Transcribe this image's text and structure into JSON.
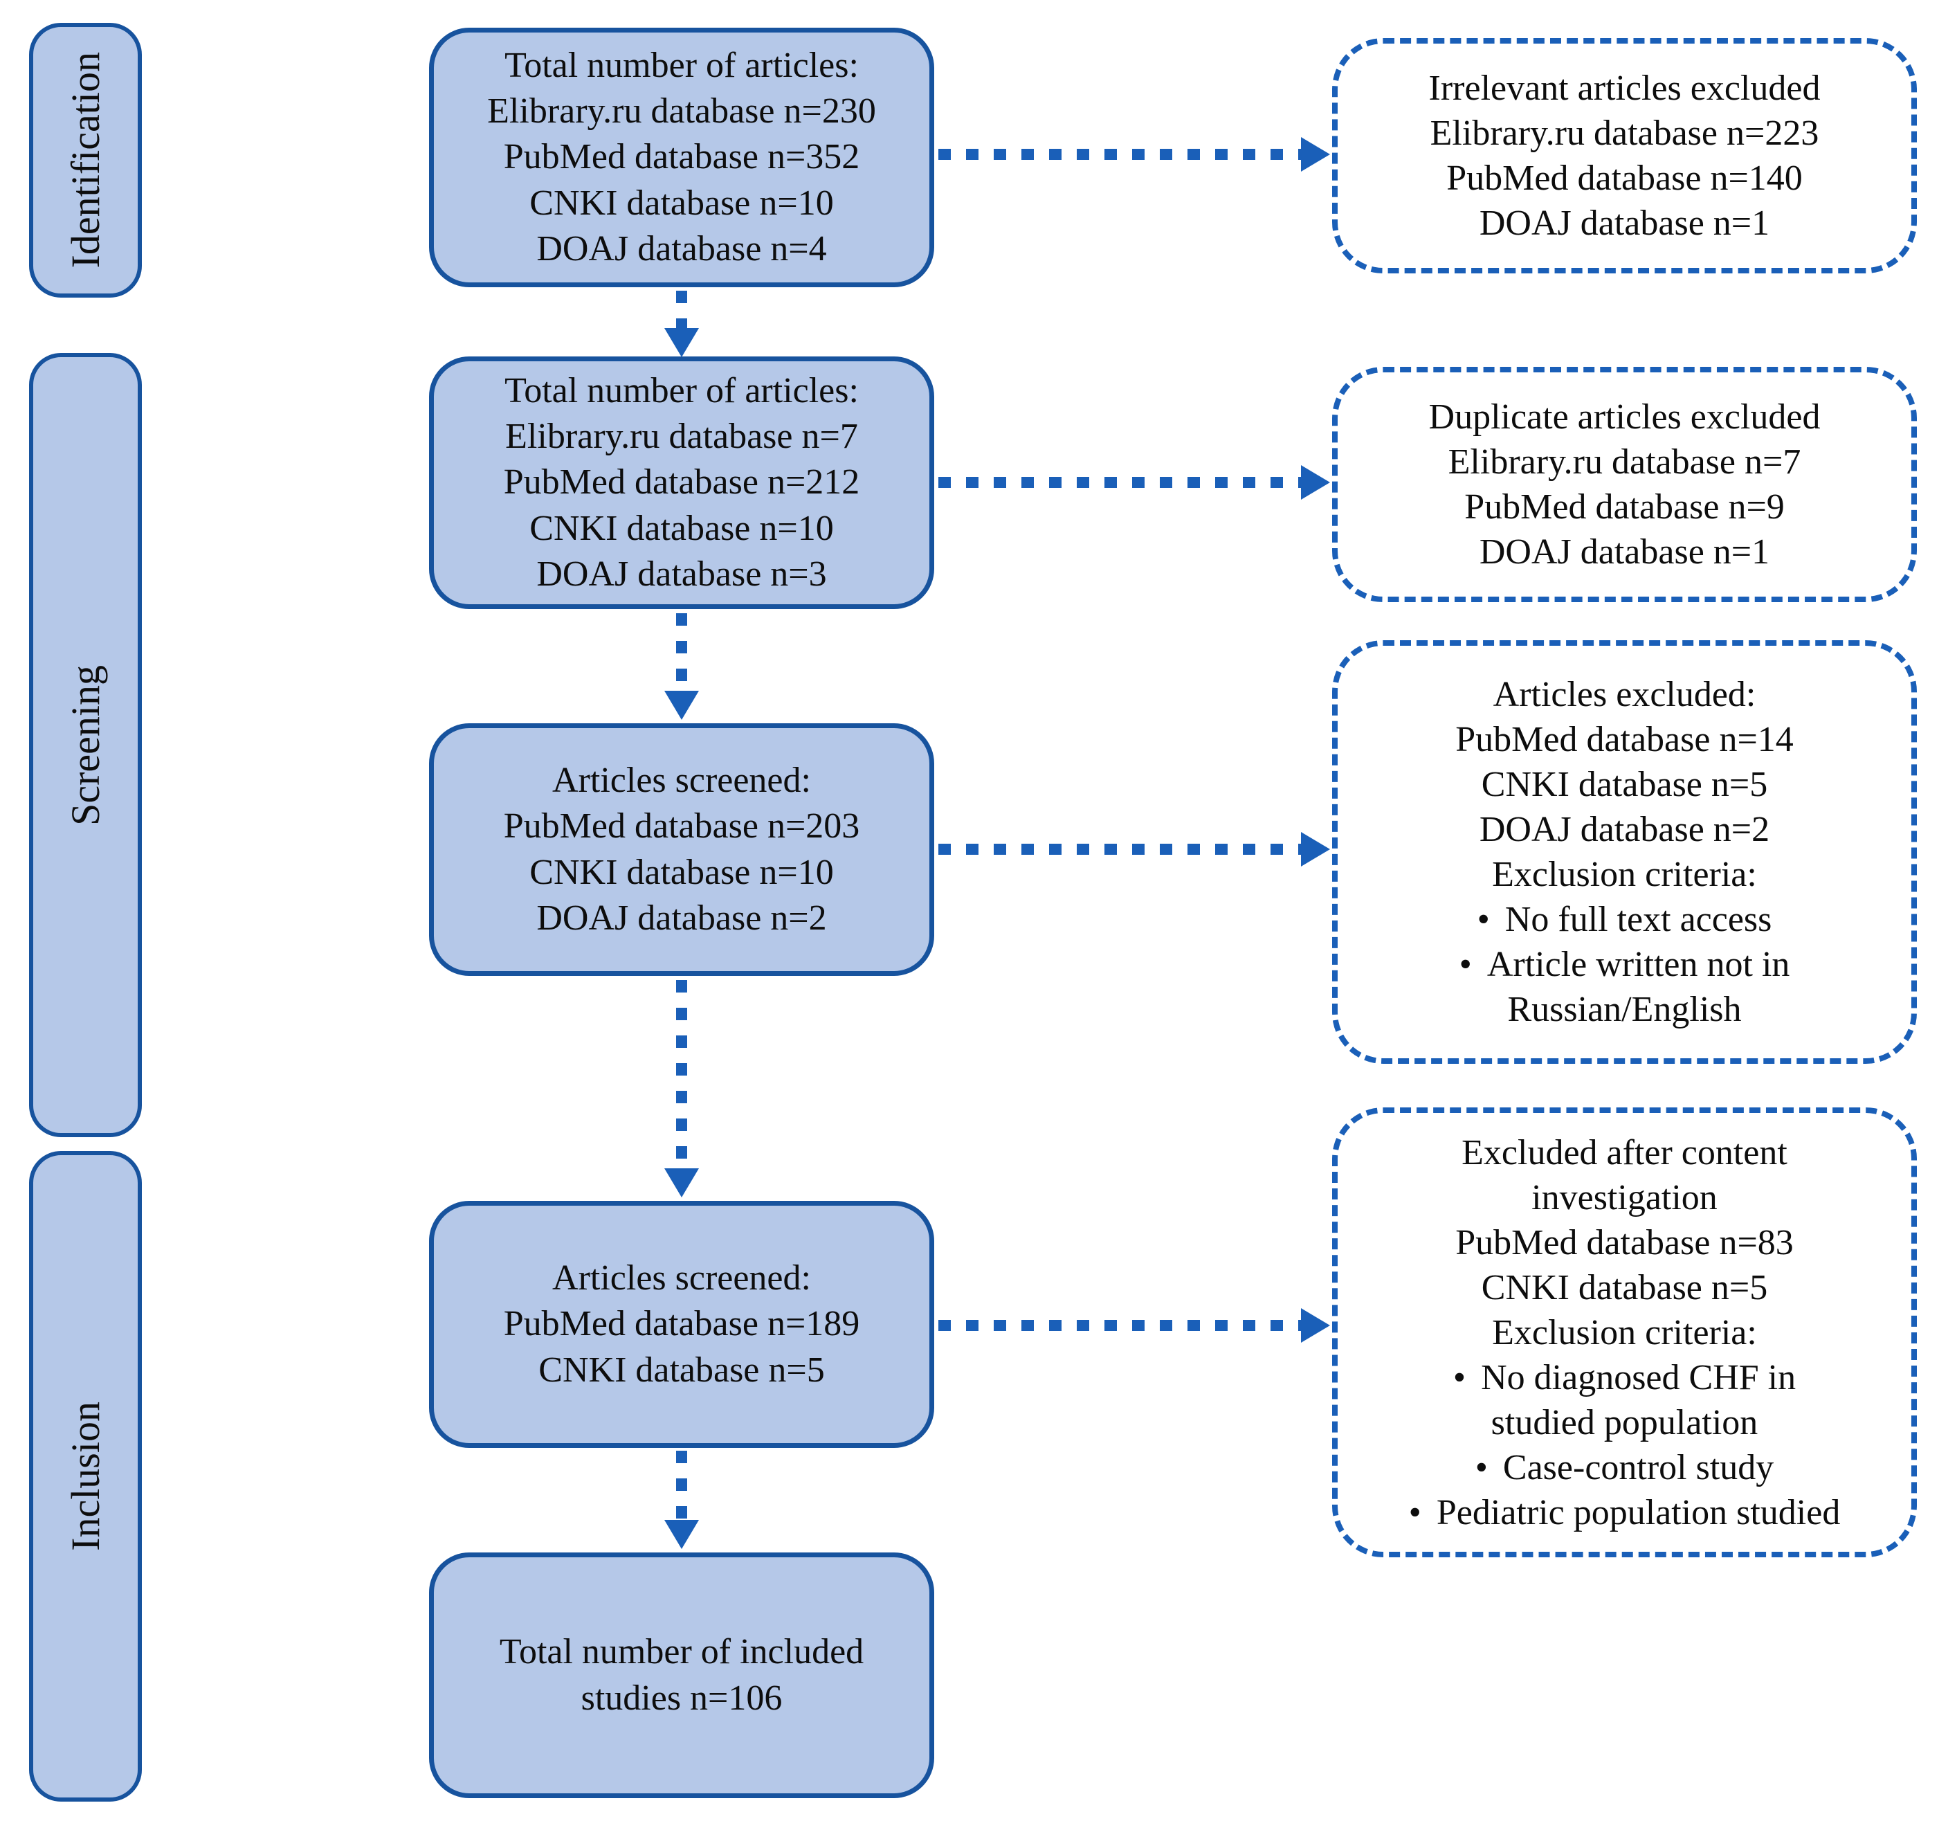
{
  "bullet": "•",
  "colors": {
    "box_fill": "#b5c8e8",
    "box_border": "#17539e",
    "arrow_blue": "#1a5fb8"
  },
  "stages": [
    {
      "label": "Identification"
    },
    {
      "label": "Screening"
    },
    {
      "label": "Inclusion"
    }
  ],
  "main_boxes": [
    {
      "lines": [
        "Total number of articles:",
        "Elibrary.ru database n=230",
        "PubMed database n=352",
        "CNKI database n=10",
        "DOAJ database n=4"
      ]
    },
    {
      "lines": [
        "Total number of articles:",
        "Elibrary.ru database n=7",
        "PubMed database n=212",
        "CNKI database n=10",
        "DOAJ database n=3"
      ]
    },
    {
      "lines": [
        "Articles screened:",
        "PubMed database n=203",
        "CNKI database n=10",
        "DOAJ database n=2"
      ]
    },
    {
      "lines": [
        "Articles screened:",
        "PubMed database n=189",
        "CNKI database n=5"
      ]
    },
    {
      "lines": [
        "Total number of included",
        "studies n=106"
      ]
    }
  ],
  "side_boxes": [
    {
      "lines": [
        "Irrelevant articles excluded",
        "Elibrary.ru database n=223",
        "PubMed database n=140",
        "DOAJ database n=1"
      ],
      "bullets": []
    },
    {
      "lines": [
        "Duplicate articles excluded",
        "Elibrary.ru database n=7",
        "PubMed database n=9",
        "DOAJ database n=1"
      ],
      "bullets": []
    },
    {
      "lines": [
        "Articles excluded:",
        "PubMed database n=14",
        "CNKI database n=5",
        "DOAJ database n=2",
        "Exclusion criteria:"
      ],
      "bullets": [
        "No full text access",
        "Article written not in Russian/English"
      ]
    },
    {
      "lines": [
        "Excluded after content",
        "investigation",
        "PubMed database n=83",
        "CNKI database n=5",
        "Exclusion criteria:"
      ],
      "bullets": [
        "No diagnosed CHF in studied population",
        "Case-control study",
        "Pediatric population studied"
      ]
    }
  ]
}
